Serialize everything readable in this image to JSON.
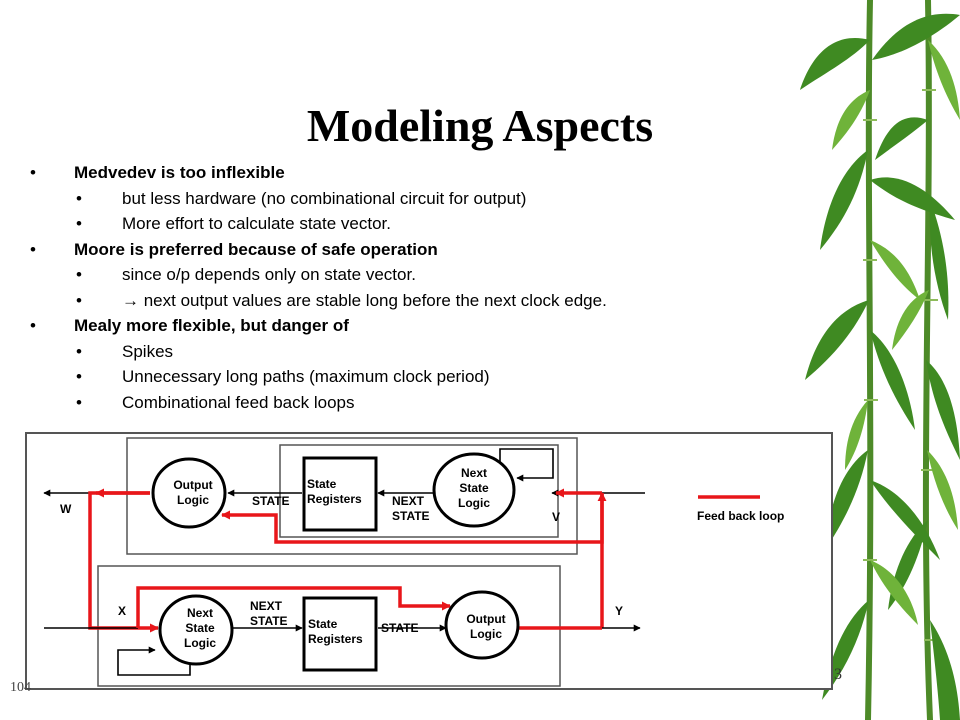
{
  "slide": {
    "title": "Modeling Aspects",
    "slide_number": "104",
    "corner_mark": "3"
  },
  "bullets": [
    {
      "level": 1,
      "text": "Medvedev is too inflexible"
    },
    {
      "level": 2,
      "text": "but less hardware (no combinational circuit for output)"
    },
    {
      "level": 2,
      "text": "More effort to calculate state vector."
    },
    {
      "level": 1,
      "text": "Moore is preferred because of safe operation"
    },
    {
      "level": 2,
      "text": "since o/p depends only on state vector."
    },
    {
      "level": 2,
      "text": "→ next output values are stable long before the next clock edge."
    },
    {
      "level": 1,
      "text": "Mealy more flexible, but danger of"
    },
    {
      "level": 2,
      "text": "Spikes"
    },
    {
      "level": 2,
      "text": "Unnecessary long paths (maximum clock period)"
    },
    {
      "level": 2,
      "text": "Combinational feed back loops"
    }
  ],
  "diagram": {
    "top": {
      "output_logic": [
        "Output",
        "Logic"
      ],
      "state_label": "STATE",
      "state_registers": [
        "State",
        "Registers"
      ],
      "next_state_label": [
        "NEXT",
        "STATE"
      ],
      "next_state_logic": [
        "Next",
        "State",
        "Logic"
      ],
      "output_signal": "W",
      "input_signal": "V"
    },
    "bottom": {
      "input_signal": "X",
      "next_state_logic": [
        "Next",
        "State",
        "Logic"
      ],
      "next_state_label": [
        "NEXT",
        "STATE"
      ],
      "state_registers": [
        "State",
        "Registers"
      ],
      "state_label": "STATE",
      "output_logic": [
        "Output",
        "Logic"
      ],
      "output_signal": "Y"
    },
    "legend": {
      "label": "Feed back loop",
      "color": "#e8161a"
    },
    "colors": {
      "feedback": "#e8161a",
      "line": "#000000",
      "frame": "#555555"
    }
  }
}
